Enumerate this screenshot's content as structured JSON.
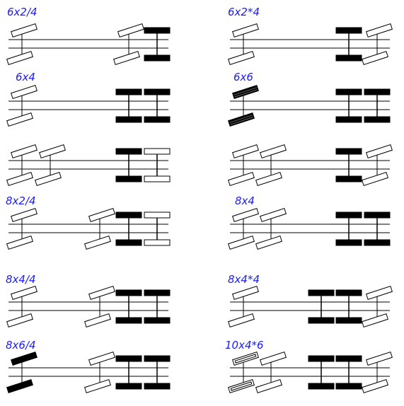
{
  "colors": {
    "label": "#1a1aff",
    "ink": "#000000",
    "paper": "#ffffff"
  },
  "diagrams": [
    {
      "label": "6x2/4",
      "axles": [
        {
          "type": "steer",
          "driven": false
        },
        {
          "type": "steer",
          "driven": false
        },
        {
          "type": "fixed",
          "driven": true
        }
      ]
    },
    {
      "label": "6x2*4",
      "axles": [
        {
          "type": "steer",
          "driven": false
        },
        {
          "type": "fixed",
          "driven": true
        },
        {
          "type": "steer",
          "driven": false
        }
      ]
    },
    {
      "label": "6x4",
      "axles": [
        {
          "type": "steer",
          "driven": false
        },
        {
          "type": "fixed",
          "driven": true
        },
        {
          "type": "fixed",
          "driven": true
        }
      ]
    },
    {
      "label": "6x6",
      "axles": [
        {
          "type": "steer",
          "driven": true,
          "style": "hatched"
        },
        {
          "type": "fixed",
          "driven": true
        },
        {
          "type": "fixed",
          "driven": true
        }
      ]
    },
    {
      "label": "",
      "axles": [
        {
          "type": "steer",
          "driven": false
        },
        {
          "type": "steer",
          "driven": false
        },
        {
          "type": "fixed",
          "driven": true
        },
        {
          "type": "fixed",
          "driven": false
        }
      ]
    },
    {
      "label": "",
      "axles": [
        {
          "type": "steer",
          "driven": false
        },
        {
          "type": "steer",
          "driven": false
        },
        {
          "type": "fixed",
          "driven": true
        },
        {
          "type": "steer",
          "driven": false
        }
      ]
    },
    {
      "label": "8x2/4",
      "axles": [
        {
          "type": "steer",
          "driven": false
        },
        {
          "type": "steer",
          "driven": false
        },
        {
          "type": "fixed",
          "driven": true
        },
        {
          "type": "fixed",
          "driven": false
        }
      ]
    },
    {
      "label": "8x4",
      "axles": [
        {
          "type": "steer",
          "driven": false
        },
        {
          "type": "steer",
          "driven": false
        },
        {
          "type": "fixed",
          "driven": true
        },
        {
          "type": "fixed",
          "driven": true
        }
      ]
    },
    {
      "label": "8x4/4",
      "axles": [
        {
          "type": "steer",
          "driven": false
        },
        {
          "type": "steer",
          "driven": false
        },
        {
          "type": "fixed",
          "driven": true
        },
        {
          "type": "fixed",
          "driven": true
        }
      ]
    },
    {
      "label": "8x4*4",
      "axles": [
        {
          "type": "steer",
          "driven": false
        },
        {
          "type": "fixed",
          "driven": true
        },
        {
          "type": "fixed",
          "driven": true
        },
        {
          "type": "steer",
          "driven": false
        }
      ]
    },
    {
      "label": "8x6/4",
      "axles": [
        {
          "type": "steer",
          "driven": true,
          "style": "solid"
        },
        {
          "type": "steer",
          "driven": false
        },
        {
          "type": "fixed",
          "driven": true
        },
        {
          "type": "fixed",
          "driven": true
        }
      ]
    },
    {
      "label": "10x4*6",
      "axles": [
        {
          "type": "steer",
          "driven": false,
          "style": "double"
        },
        {
          "type": "steer",
          "driven": false
        },
        {
          "type": "fixed",
          "driven": true
        },
        {
          "type": "fixed",
          "driven": true
        },
        {
          "type": "steer",
          "driven": false
        }
      ]
    }
  ]
}
